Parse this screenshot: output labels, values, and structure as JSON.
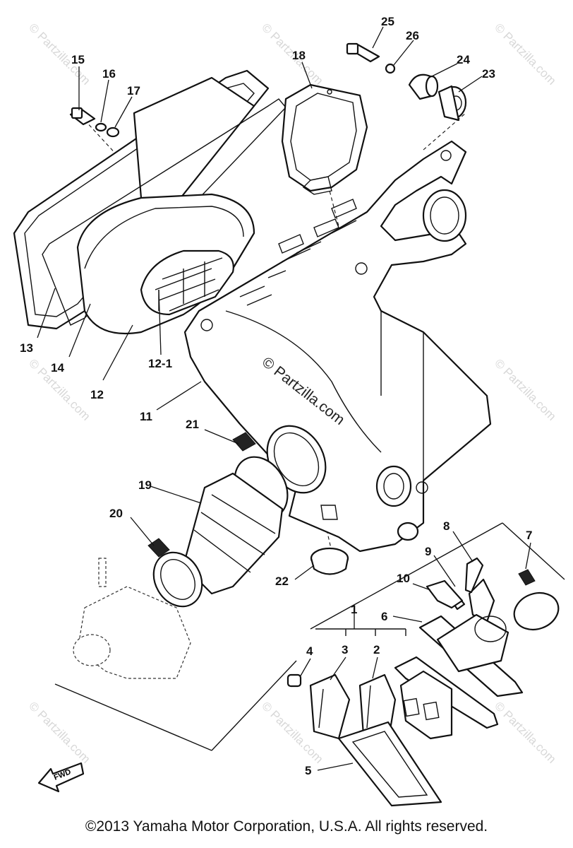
{
  "watermark": {
    "tile_text": "© Partzilla.com",
    "center_text": "© Partzilla.com"
  },
  "callouts": [
    {
      "label": "1"
    },
    {
      "label": "2"
    },
    {
      "label": "3"
    },
    {
      "label": "4"
    },
    {
      "label": "5"
    },
    {
      "label": "6"
    },
    {
      "label": "7"
    },
    {
      "label": "8"
    },
    {
      "label": "9"
    },
    {
      "label": "10"
    },
    {
      "label": "11"
    },
    {
      "label": "12"
    },
    {
      "label": "12-1"
    },
    {
      "label": "13"
    },
    {
      "label": "14"
    },
    {
      "label": "15"
    },
    {
      "label": "16"
    },
    {
      "label": "17"
    },
    {
      "label": "18"
    },
    {
      "label": "19"
    },
    {
      "label": "20"
    },
    {
      "label": "21"
    },
    {
      "label": "22"
    },
    {
      "label": "23"
    },
    {
      "label": "24"
    },
    {
      "label": "25"
    },
    {
      "label": "26"
    }
  ],
  "fwd_label": "FWD",
  "copyright": "©2013 Yamaha Motor Corporation, U.S.A. All rights reserved."
}
